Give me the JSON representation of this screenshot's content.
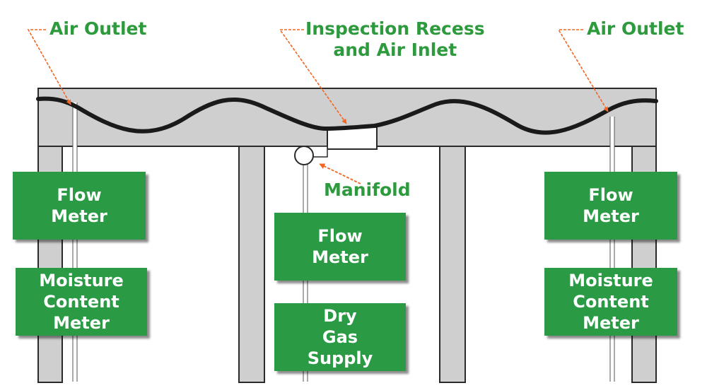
{
  "labels": {
    "air_outlet_left": "Air Outlet",
    "air_outlet_right": "Air Outlet",
    "inspection_line1": "Inspection Recess",
    "inspection_line2": "and Air Inlet",
    "manifold": "Manifold"
  },
  "boxes": {
    "left_flow": [
      "Flow",
      "Meter"
    ],
    "left_moisture": [
      "Moisture",
      "Content",
      "Meter"
    ],
    "center_flow": [
      "Flow",
      "Meter"
    ],
    "center_dry_gas": [
      "Dry",
      "Gas",
      "Supply"
    ],
    "right_flow": [
      "Flow",
      "Meter"
    ],
    "right_moisture": [
      "Moisture",
      "Content",
      "Meter"
    ]
  },
  "colors": {
    "label_green": "#2e9a3e",
    "box_green": "#2b9a45",
    "arrow_orange": "#f26522",
    "structure_grey": "#cfcfcf",
    "outline": "#2a2a2a"
  }
}
